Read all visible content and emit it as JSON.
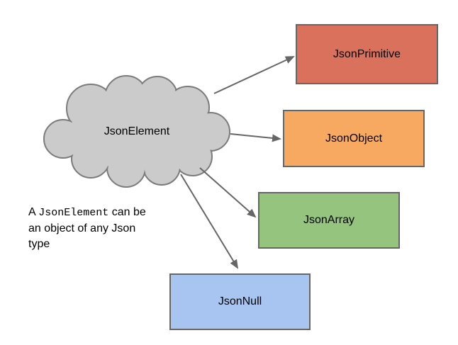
{
  "diagram": {
    "cloud": {
      "label": "JsonElement",
      "fill": "#cbcbcb",
      "stroke": "#7b7b7b"
    },
    "nodes": [
      {
        "label": "JsonPrimitive",
        "fill": "#d9715c"
      },
      {
        "label": "JsonObject",
        "fill": "#f7a961"
      },
      {
        "label": "JsonArray",
        "fill": "#94c47e"
      },
      {
        "label": "JsonNull",
        "fill": "#a8c4f0"
      }
    ],
    "node_border_color": "#666666",
    "connector_color": "#666666",
    "annotation": {
      "prefix": "A ",
      "code": "JsonElement",
      "suffix": " can be an object of any Json type"
    }
  }
}
